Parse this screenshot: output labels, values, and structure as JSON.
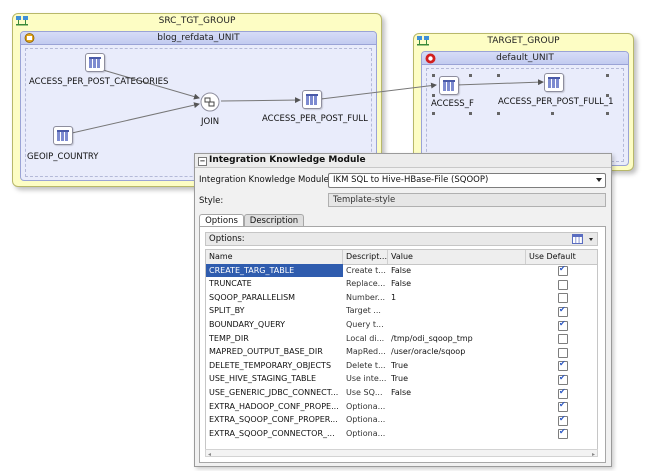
{
  "canvas": {
    "src_group": {
      "title": "SRC_TGT_GROUP",
      "unit_title": "blog_refdata_UNIT"
    },
    "target_group": {
      "title": "TARGET_GROUP",
      "unit_title": "default_UNIT"
    },
    "nodes": {
      "access_per_post_categories": "ACCESS_PER_POST_CATEGORIES",
      "geoip_country": "GEOIP_COUNTRY",
      "join": "JOIN",
      "access_per_post_full": "ACCESS_PER_POST_FULL",
      "access_f": "ACCESS_F",
      "access_per_post_full_1": "ACCESS_PER_POST_FULL_1"
    }
  },
  "panel": {
    "title": "Integration Knowledge Module",
    "ikm_label": "Integration Knowledge Module:",
    "ikm_value": "IKM SQL to Hive-HBase-File (SQOOP)",
    "style_label": "Style:",
    "style_value": "Template-style",
    "tabs": [
      "Options",
      "Description"
    ],
    "options_label": "Options:",
    "columns": [
      "Name",
      "Descript...",
      "Value",
      "Use Default"
    ],
    "rows": [
      {
        "name": "CREATE_TARG_TABLE",
        "desc": "Create t...",
        "value": "False",
        "use_default": true
      },
      {
        "name": "TRUNCATE",
        "desc": "Replace...",
        "value": "False",
        "use_default": false
      },
      {
        "name": "SQOOP_PARALLELISM",
        "desc": "Number...",
        "value": "1",
        "use_default": false
      },
      {
        "name": "SPLIT_BY",
        "desc": "Target ...",
        "value": "",
        "use_default": true
      },
      {
        "name": "BOUNDARY_QUERY",
        "desc": "Query t...",
        "value": "",
        "use_default": true
      },
      {
        "name": "TEMP_DIR",
        "desc": "Local di...",
        "value": "/tmp/odi_sqoop_tmp",
        "use_default": false
      },
      {
        "name": "MAPRED_OUTPUT_BASE_DIR",
        "desc": "MapRed...",
        "value": "/user/oracle/sqoop",
        "use_default": false
      },
      {
        "name": "DELETE_TEMPORARY_OBJECTS",
        "desc": "Delete t...",
        "value": "True",
        "use_default": true
      },
      {
        "name": "USE_HIVE_STAGING_TABLE",
        "desc": "Use inte...",
        "value": "True",
        "use_default": true
      },
      {
        "name": "USE_GENERIC_JDBC_CONNECT...",
        "desc": "Use SQ...",
        "value": "False",
        "use_default": true
      },
      {
        "name": "EXTRA_HADOOP_CONF_PROPE...",
        "desc": "Optiona...",
        "value": "",
        "use_default": true
      },
      {
        "name": "EXTRA_SQOOP_CONF_PROPER...",
        "desc": "Optiona...",
        "value": "",
        "use_default": true
      },
      {
        "name": "EXTRA_SQOOP_CONNECTOR_...",
        "desc": "Optiona...",
        "value": "",
        "use_default": true
      }
    ]
  },
  "colors": {
    "group_bg": "#fdfdc4",
    "unit_bg": "#e9ecfb",
    "selection": "#2f5cae"
  }
}
